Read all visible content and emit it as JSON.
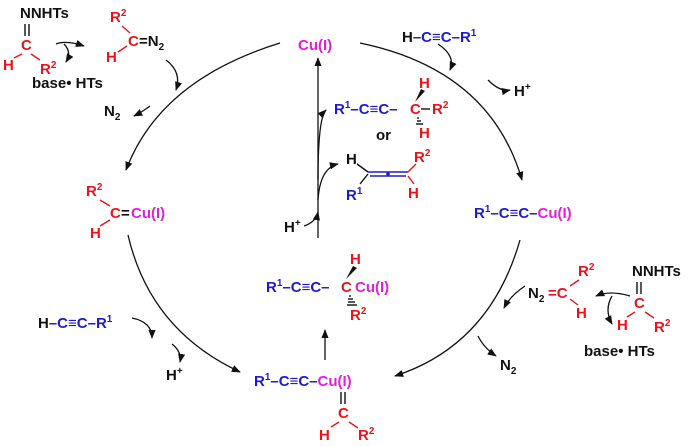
{
  "catalyst": {
    "cu": "Cu(I)"
  },
  "hydrazone_left": {
    "nnhts": "NNHTs",
    "c": "C",
    "h": "H",
    "r": "R",
    "r_sup": "2"
  },
  "diazo_top": {
    "r": "R",
    "r_sup": "2",
    "h": "H",
    "c": "C",
    "eq_n": "=N",
    "n_sub": "2"
  },
  "base_left": {
    "text": "base• HTs"
  },
  "n2_left": {
    "n": "N",
    "sub": "2"
  },
  "carbene_left": {
    "r": "R",
    "r_sup": "2",
    "h": "H",
    "c": "C",
    "eq": "=",
    "cu": "Cu(I)"
  },
  "alkyne_top": {
    "h": "H",
    "mid": "–C≡C–",
    "r": "R",
    "r_sup": "1"
  },
  "h_plus_top": {
    "h": "H",
    "sup": "+"
  },
  "acetylide_right": {
    "r": "R",
    "r_sup": "1",
    "mid": "–C≡C–",
    "cu": "Cu(I)"
  },
  "diazo_right": {
    "n": "N",
    "n_sub": "2",
    "eq_c": "=C",
    "r": "R",
    "r_sup": "2",
    "h": "H"
  },
  "hydrazone_right": {
    "nnhts": "NNHTs",
    "c": "C",
    "h": "H",
    "r": "R",
    "r_sup": "2"
  },
  "base_right": {
    "text": "base• HTs"
  },
  "n2_bottom": {
    "n": "N",
    "sub": "2"
  },
  "alkyne_left": {
    "h": "H",
    "mid": "–C≡C–",
    "r": "R",
    "r_sup": "1"
  },
  "h_plus_bottom": {
    "h": "H",
    "sup": "+"
  },
  "h_plus_inner": {
    "h": "H",
    "sup": "+"
  },
  "carbene_bottom": {
    "r": "R",
    "r_sup": "1",
    "mid": "–C≡C–",
    "cu": "Cu(I)",
    "c": "C",
    "h": "H",
    "r2": "R",
    "r2_sup": "2"
  },
  "migration_center": {
    "r": "R",
    "r_sup": "1",
    "mid": "–C≡C–",
    "c": "C",
    "h": "H",
    "cu": "Cu(I)",
    "r2": "R",
    "r2_sup": "2"
  },
  "product_alkyne": {
    "r": "R",
    "r_sup": "1",
    "mid": "–C≡C–",
    "c": "C",
    "h1": "H",
    "r2": "R",
    "r2_sup": "2",
    "h2": "H"
  },
  "or_label": {
    "text": "or"
  },
  "allene": {
    "h_left": "H",
    "r": "R",
    "r_sup": "1",
    "r2": "R",
    "r2_sup": "2",
    "h_right": "H"
  }
}
